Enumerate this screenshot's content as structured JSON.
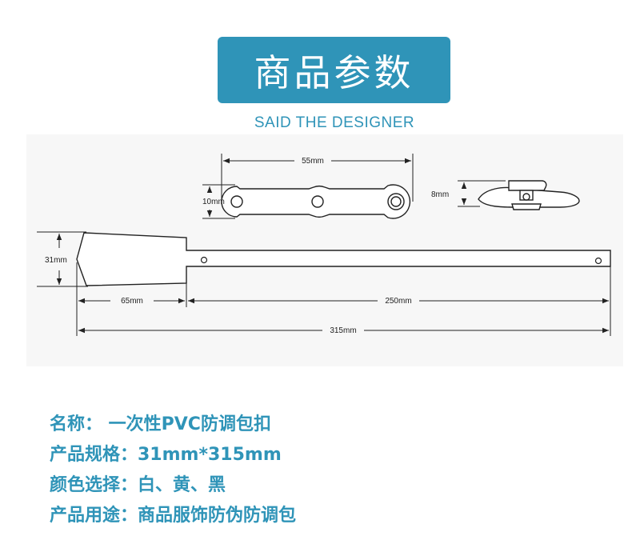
{
  "header": {
    "title": "商品参数",
    "subtitle": "SAID THE DESIGNER"
  },
  "drawing": {
    "dims": {
      "top_width": "55mm",
      "top_height": "10mm",
      "side_height": "8mm",
      "main_height": "31mm",
      "head_length": "65mm",
      "strap_length": "250mm",
      "total_length": "315mm"
    }
  },
  "specs": [
    "名称： 一次性PVC防调包扣",
    "产品规格：31mm*315mm",
    "颜色选择：白、黄、黑",
    "产品用途：商品服饰防伪防调包"
  ],
  "colors": {
    "accent": "#2f94b8",
    "drawing_bg": "#f7f7f7",
    "line": "#222222"
  }
}
